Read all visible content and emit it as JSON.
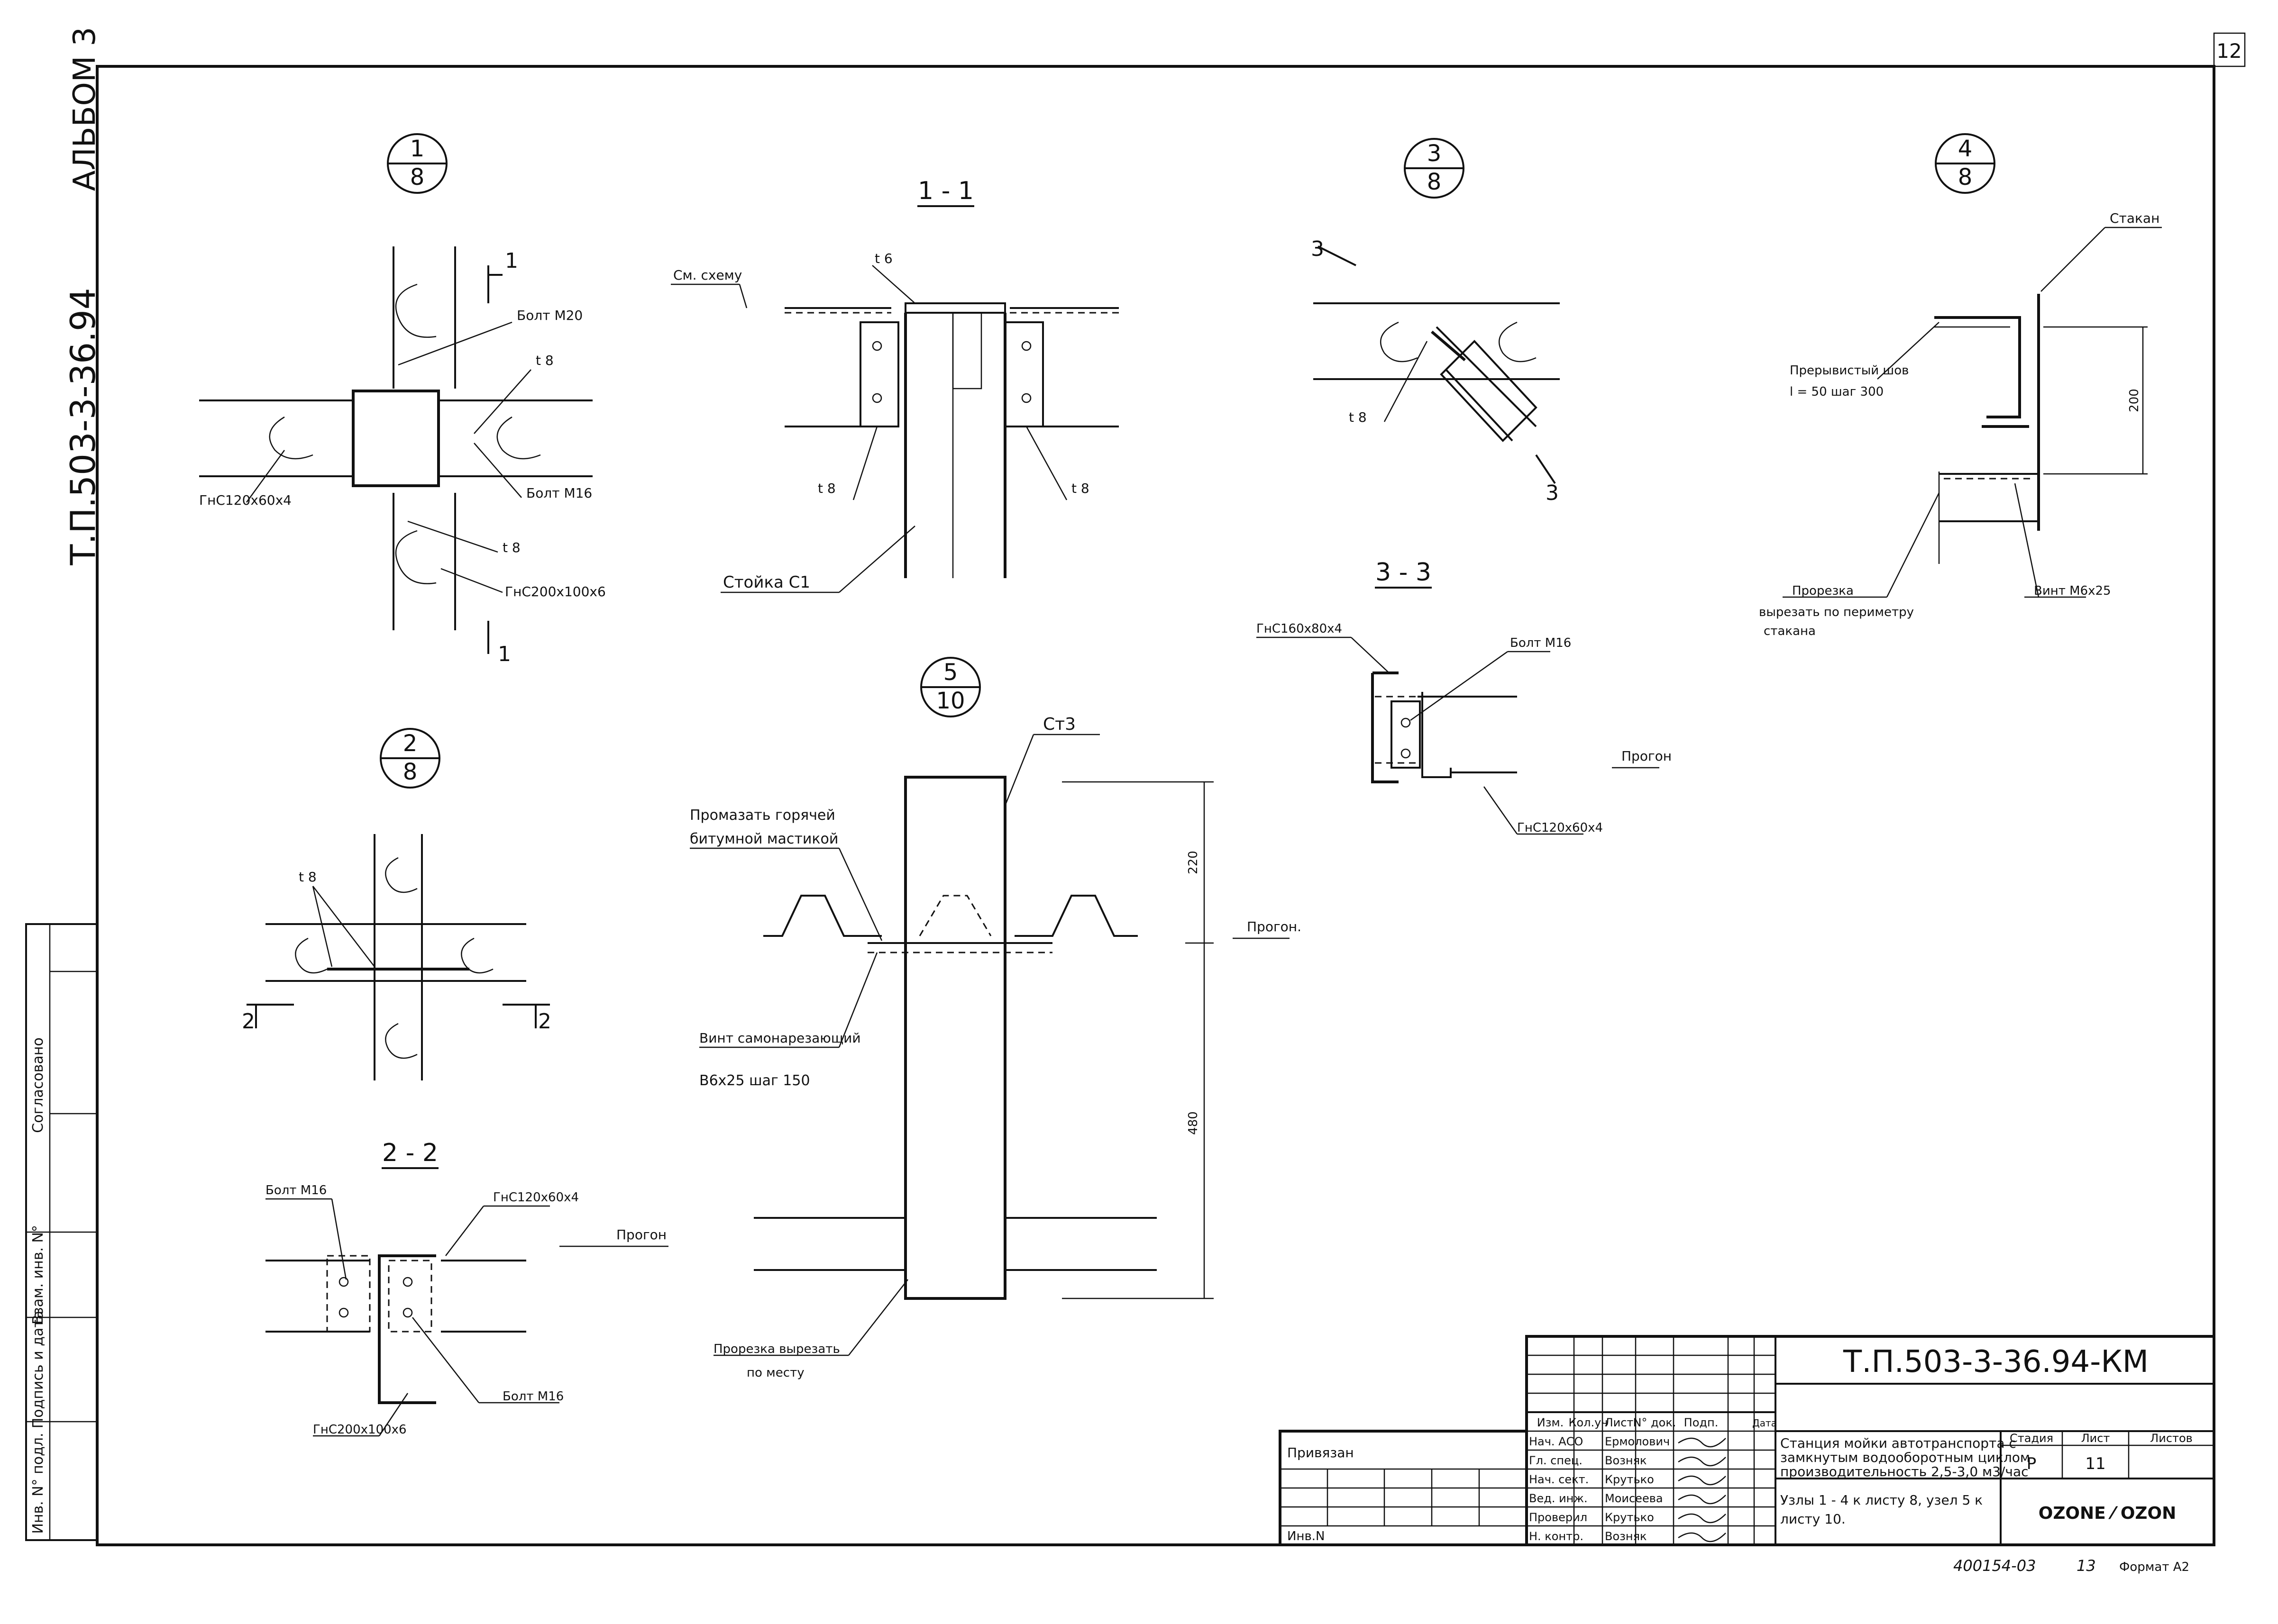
{
  "sheet_corner_number": "12",
  "side_stamp": {
    "album": "АЛЬБОМ 3",
    "code": "Т.П.503-3-36.94",
    "columns": [
      "Инв. N° подл.",
      "Подпись и дата",
      "Взам. инв. N°",
      "Согласовано"
    ]
  },
  "node1": {
    "callout_top": "1",
    "callout_bottom": "8",
    "cut_mark": "1",
    "labels": [
      "Болт М20",
      "t 8",
      "Болт М16",
      "t 8",
      "ГнС120х60х4",
      "ГнС200х100х6"
    ]
  },
  "section_1_1": {
    "title": "1 - 1",
    "labels": [
      "См. схему",
      "t 6",
      "t 8",
      "t 8",
      "Стойка С1"
    ]
  },
  "node3": {
    "callout_top": "3",
    "callout_bottom": "8",
    "cut_mark": "3",
    "labels": [
      "t 8"
    ]
  },
  "node4": {
    "callout_top": "4",
    "callout_bottom": "8",
    "labels": [
      "Стакан",
      "Прерывистый шов",
      "l = 50 шаг 300",
      "200",
      "Прорезка",
      "вырезать по периметру",
      "стакана",
      "Винт М6х25"
    ]
  },
  "section_3_3": {
    "title": "3 - 3",
    "labels": [
      "ГнС160х80х4",
      "Болт М16",
      "Прогон",
      "ГнС120х60х4"
    ]
  },
  "node2": {
    "callout_top": "2",
    "callout_bottom": "8",
    "cut_mark": "2",
    "labels": [
      "t 8"
    ]
  },
  "node5": {
    "callout_top": "5",
    "callout_bottom": "10",
    "labels": [
      "Ст3",
      "Промазать горячей",
      "битумной мастикой",
      "Прогон.",
      "220",
      "480",
      "Винт самонарезающий",
      "В6х25 шаг 150",
      "Прорезка вырезать",
      "по месту"
    ]
  },
  "section_2_2": {
    "title": "2 - 2",
    "labels": [
      "Болт М16",
      "ГнС120х60х4",
      "Прогон",
      "ГнС200х100х6",
      "Болт М16"
    ]
  },
  "title_block": {
    "designation": "Т.П.503-3-36.94-КМ",
    "header_cells": [
      "Изм.",
      "Кол.уч",
      "Лист",
      "N° док.",
      "Подп.",
      "Дата"
    ],
    "staff": [
      {
        "role": "Нач. АСО",
        "name": "Ермолович"
      },
      {
        "role": "Гл. спец.",
        "name": "Возняк"
      },
      {
        "role": "Нач. сект.",
        "name": "Крутько"
      },
      {
        "role": "Вед. инж.",
        "name": "Моисеева"
      },
      {
        "role": "Проверил",
        "name": "Крутько"
      },
      {
        "role": "Н. контр.",
        "name": "Возняк"
      }
    ],
    "project_title": [
      "Станция мойки автотранспорта с",
      "замкнутым водооборотным циклом",
      "производительность 2,5-3,0 м3/час"
    ],
    "sheet_title": [
      "Узлы 1 - 4 к листу 8, узел 5 к",
      "листу 10."
    ],
    "stage_label": "Стадия",
    "sheet_label": "Лист",
    "sheets_label": "Листов",
    "stage": "Р",
    "sheet": "11",
    "sheets": "",
    "org": "OZONE ⁄ OZON",
    "bound_label": "Привязан",
    "inv_label": "Инв.N",
    "archive_no": "400154-03",
    "archive_sheet": "13",
    "format": "Формат А2"
  }
}
